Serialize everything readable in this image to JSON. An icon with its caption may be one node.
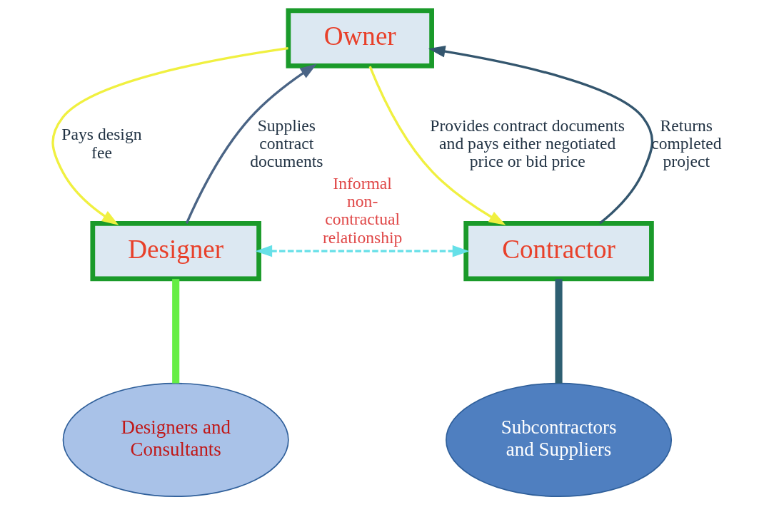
{
  "diagram": {
    "nodes": [
      {
        "text": [
          "Owner"
        ]
      },
      {
        "text": [
          "Designer"
        ]
      },
      {
        "text": [
          "Contractor"
        ]
      },
      {
        "text": [
          "Designers and Consultants"
        ]
      },
      {
        "text": [
          "Subcontractors and Suppliers"
        ]
      }
    ],
    "edges": [
      {
        "from": 0,
        "to": 1,
        "arrow": "to",
        "label": "Pays design fee",
        "color": "#f0f040"
      },
      {
        "from": 1,
        "to": 0,
        "arrow": "to",
        "label": "Supplies contract documents",
        "color": "#4a6485"
      },
      {
        "from": 0,
        "to": 2,
        "arrow": "to",
        "label": "Provides contract documents and pays either negotiated price or bid price",
        "color": "#f0f040"
      },
      {
        "from": 2,
        "to": 0,
        "arrow": "to",
        "label": "Returns completed project",
        "color": "#34566e"
      },
      {
        "from": 1,
        "to": 2,
        "arrow": "both",
        "label": "Informal non-contractual relationship",
        "style": "dashed",
        "color": "#66e0e8"
      },
      {
        "from": 1,
        "to": 3,
        "arrow": "none",
        "style": "thick",
        "color": "#66ee44"
      },
      {
        "from": 2,
        "to": 4,
        "arrow": "none",
        "style": "thick",
        "color": "#2e5f72"
      }
    ]
  }
}
